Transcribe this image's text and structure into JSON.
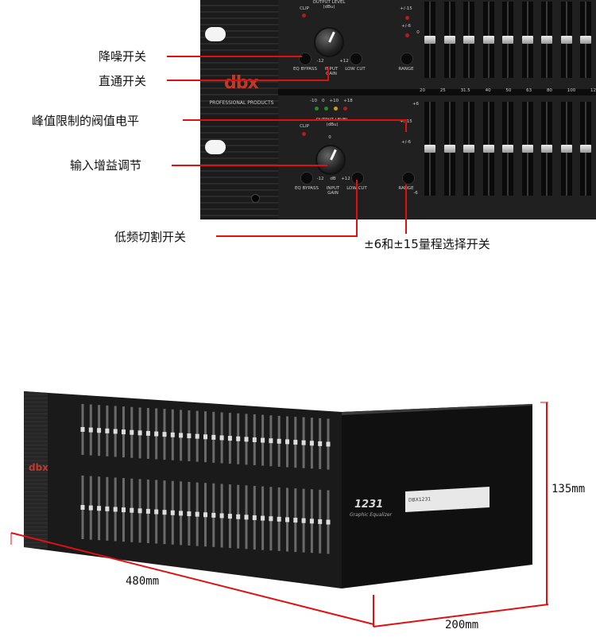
{
  "closeup": {
    "brand": "dbx",
    "brand_sub": "PROFESSIONAL PRODUCTS",
    "labels": {
      "clip": "CLIP",
      "output_level": "OUTPUT LEVEL (dBu)",
      "eq_bypass": "EQ BYPASS",
      "input_gain": "INPUT GAIN",
      "low_cut": "LOW CUT",
      "range": "RANGE",
      "db": "dB",
      "knob_min": "-12",
      "knob_max": "+12",
      "knob_zero": "0",
      "meter_scale": [
        "-10",
        "0",
        "+10",
        "+18"
      ],
      "range_marks": [
        "+/-15",
        "+/-6",
        "0",
        "-6",
        "+6"
      ]
    },
    "freqs": [
      "20",
      "25",
      "31.5",
      "40",
      "50",
      "63",
      "80",
      "100",
      "12"
    ]
  },
  "callouts": [
    {
      "id": "noise",
      "text": "降噪开关"
    },
    {
      "id": "bypass",
      "text": "直通开关"
    },
    {
      "id": "threshold",
      "text": "峰值限制的阀值电平"
    },
    {
      "id": "gain",
      "text": "输入增益调节"
    },
    {
      "id": "lowcut",
      "text": "低频切割开关"
    },
    {
      "id": "range",
      "text": "±6和±15量程选择开关"
    }
  ],
  "product": {
    "model": "1231",
    "model_sub": "Graphic Equalizer",
    "brand": "dbx",
    "label_text": "DBX1231",
    "dimensions": {
      "width": "480mm",
      "height": "135mm",
      "depth": "200mm"
    }
  }
}
